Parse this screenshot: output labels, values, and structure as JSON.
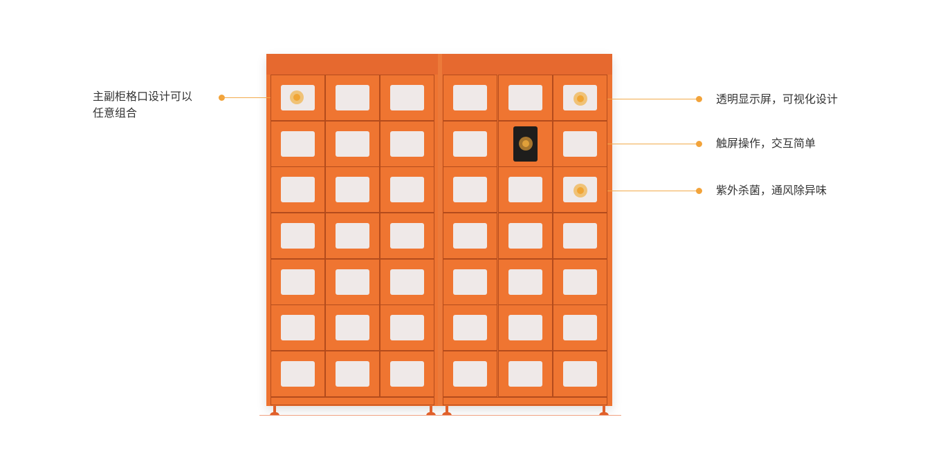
{
  "features": {
    "left": {
      "line1": "主副柜格口设计可以",
      "line2": "任意组合"
    },
    "right": [
      "透明显示屏，可视化设计",
      "触屏操作，交互简单",
      "紫外杀菌，通风除异味"
    ]
  },
  "colors": {
    "cabinet": "#ee7431",
    "accent": "#f2a33a"
  }
}
